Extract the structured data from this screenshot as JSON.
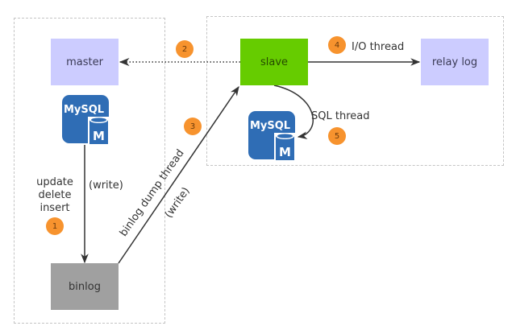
{
  "colors": {
    "master_fill": "#ccccff",
    "slave_fill": "#66cc00",
    "relay_fill": "#ccccff",
    "binlog_fill": "#a0a0a0",
    "badge_fill": "#f7932e",
    "mysql_blue": "#2f6db5",
    "line": "#333333",
    "dashed_border": "#c4c4c4"
  },
  "nodes": {
    "master": "master",
    "slave": "slave",
    "relay_log": "relay log",
    "binlog": "binlog"
  },
  "icons": {
    "mysql_master": {
      "icon": "mysql-database-icon",
      "text": "MySQL",
      "badge_letter": "M"
    },
    "mysql_slave": {
      "icon": "mysql-database-icon",
      "text": "MySQL",
      "badge_letter": "M"
    }
  },
  "labels": {
    "operations": [
      "update",
      "delete",
      "insert"
    ],
    "write_master": "(write)",
    "binlog_dump_thread": "binlog dump thread",
    "write_slave": "(write)",
    "io_thread": "I/O thread",
    "sql_thread": "SQL thread"
  },
  "steps": [
    "1",
    "2",
    "3",
    "4",
    "5"
  ]
}
